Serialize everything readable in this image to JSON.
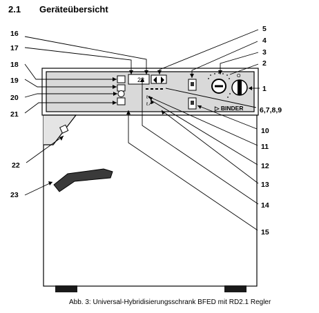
{
  "header": {
    "section_number": "2.1",
    "section_title": "Geräteübersicht"
  },
  "display": {
    "value": "23"
  },
  "brand": {
    "logo_text": "▷ BINDER"
  },
  "callouts": {
    "c1": "1",
    "c2": "2",
    "c3": "3",
    "c4": "4",
    "c5": "5",
    "c6": "6,7,8,9",
    "c10": "10",
    "c11": "11",
    "c12": "12",
    "c13": "13",
    "c14": "14",
    "c15": "15",
    "c16": "16",
    "c17": "17",
    "c18": "18",
    "c19": "19",
    "c20": "20",
    "c21": "21",
    "c22": "22",
    "c23": "23"
  },
  "caption": "Abb. 3: Universal-Hybridisierungsschrank BFED mit RD2.1 Regler",
  "colors": {
    "line": "#000000",
    "panel": "#d9d9d9",
    "foot": "#1a1a1a",
    "handle": "#3a3a3a"
  }
}
